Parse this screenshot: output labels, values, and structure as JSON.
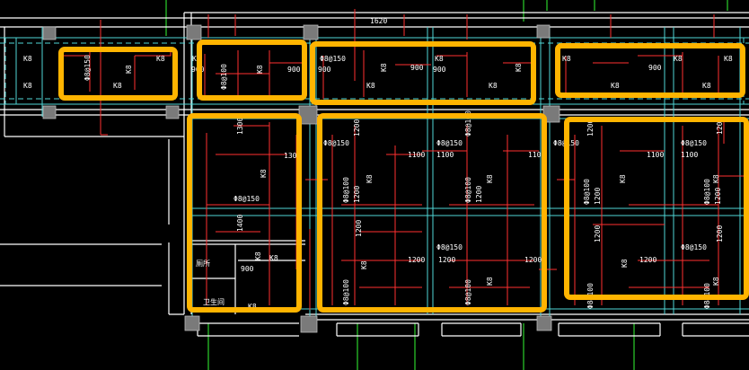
{
  "colors": {
    "background": "#000000",
    "axis": "#4fd6d6",
    "beam": "#ffffff",
    "rebar": "#ff3030",
    "column": "#8a8a8a",
    "highlight": "#ffb400",
    "gridline": "#2bd12b",
    "text": "#ffffff"
  },
  "top_dim": "1620",
  "rooms": {
    "r1": "厕所",
    "r2": "卫生间"
  },
  "annotations": {
    "k8": "K8",
    "s150": "Φ8@150",
    "s100": "Φ8@100",
    "d900": "900",
    "d1100": "1100",
    "d1200": "1200",
    "d1300": "1300",
    "d1400": "1400"
  }
}
